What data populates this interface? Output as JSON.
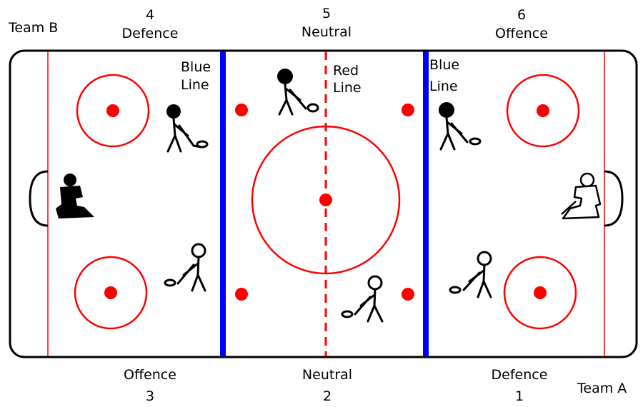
{
  "header": {
    "team_b": "Team B",
    "top_zones": [
      {
        "number": "4",
        "name": "Defence"
      },
      {
        "number": "5",
        "name": "Neutral"
      },
      {
        "number": "6",
        "name": "Offence"
      }
    ]
  },
  "rink": {
    "blue_line_left": {
      "line1": "Blue",
      "line2": "Line"
    },
    "red_line": {
      "line1": "Red",
      "line2": "Line"
    },
    "blue_line_right": {
      "line1": "Blue",
      "line2": "Line"
    },
    "colors": {
      "red": "#ff0000",
      "blue": "#0000ff",
      "board": "#000000"
    }
  },
  "footer": {
    "bottom_zones": [
      {
        "name": "Offence",
        "number": "3"
      },
      {
        "name": "Neutral",
        "number": "2"
      },
      {
        "name": "Defence",
        "number": "1"
      }
    ],
    "team_a": "Team A"
  }
}
